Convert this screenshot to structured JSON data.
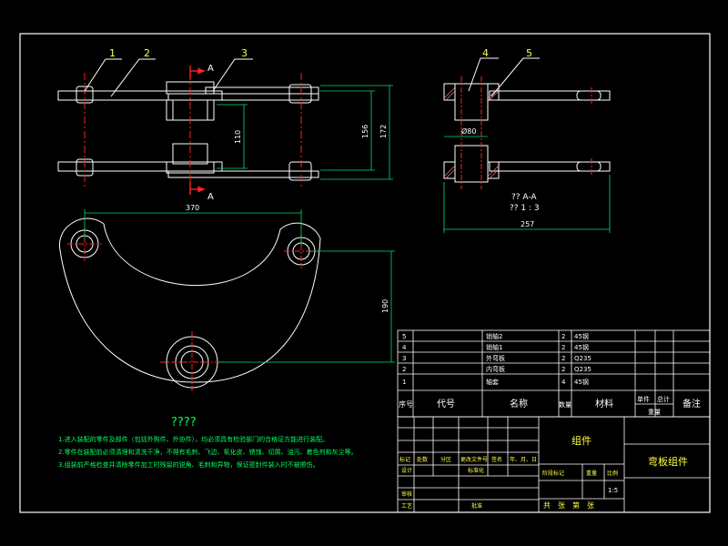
{
  "colors": {
    "background": "#000000",
    "outline": "#ffffff",
    "centerline": "#ff2020",
    "dimension": "#00e070",
    "callout": "#ffff40",
    "notes": "#00ff60"
  },
  "callouts": [
    "1",
    "2",
    "3",
    "4",
    "5"
  ],
  "section_marks": {
    "a_top": "A",
    "a_bottom": "A"
  },
  "dimensions": {
    "d110": "110",
    "d156": "156",
    "d172": "172",
    "d370": "370",
    "d190": "190",
    "d80": "Ø80",
    "d257": "257"
  },
  "section_view": {
    "title": "?? A-A",
    "scale": "?? 1 : 3"
  },
  "notes": {
    "heading": "????",
    "items": [
      "1.进入装配的零件及部件（包括外购件、外协件），均必须具有检验部门的合格证方能进行装配。",
      "2.零件在装配前必须清理和清洗干净，不得有毛刺、飞边、氧化皮、锈蚀、切屑、油污、着色剂和灰尘等。",
      "3.组装前严格检查并清除零件加工时残留的锐角、毛刺和异物，保证密封件装入时不被擦伤。"
    ]
  },
  "bom": {
    "rows": [
      {
        "no": "5",
        "name": "销轴2",
        "qty": "2",
        "material": "45钢"
      },
      {
        "no": "4",
        "name": "销轴1",
        "qty": "2",
        "material": "45钢"
      },
      {
        "no": "3",
        "name": "外弯板",
        "qty": "2",
        "material": "Q235"
      },
      {
        "no": "2",
        "name": "内弯板",
        "qty": "2",
        "material": "Q235"
      },
      {
        "no": "1",
        "name": "轴套",
        "qty": "4",
        "material": "45钢"
      }
    ],
    "headers": {
      "no": "序号",
      "code": "代号",
      "name": "名称",
      "qty": "数量",
      "material": "材料",
      "unit": "单件",
      "total": "总计",
      "weight": "重量",
      "remark": "备注"
    }
  },
  "title_block": {
    "assembly_label": "组件",
    "drawing_name": "弯板组件",
    "mark": "标记",
    "count": "处数",
    "zone": "分区",
    "doc_no": "更改文件号",
    "sign": "签名",
    "date": "年、月、日",
    "design": "设计",
    "standardize": "标准化",
    "stage_mark": "阶段标记",
    "weight": "重量",
    "scale_label": "比例",
    "scale_value": "1:5",
    "review": "审核",
    "process": "工艺",
    "approve": "批准",
    "sheets": "共　张　第　张"
  }
}
